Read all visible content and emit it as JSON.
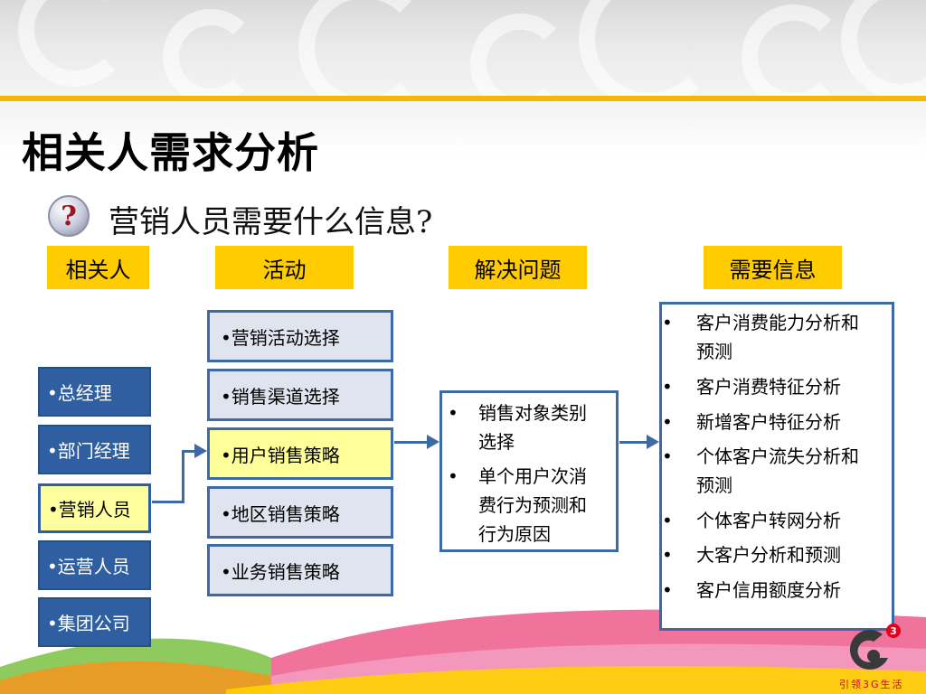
{
  "slide": {
    "title": "相关人需求分析",
    "subtitle": "营销人员需要什么信息?",
    "question_icon": "?"
  },
  "headers": {
    "stakeholders": "相关人",
    "activities": "活动",
    "problems": "解决问题",
    "info_needed": "需要信息"
  },
  "stakeholders": [
    {
      "label": "•总经理"
    },
    {
      "label": "•部门经理"
    },
    {
      "label": "•营销人员"
    },
    {
      "label": "•运营人员"
    },
    {
      "label": "•集团公司"
    }
  ],
  "activities": [
    {
      "label": "•营销活动选择"
    },
    {
      "label": "•销售渠道选择"
    },
    {
      "label": "•用户销售策略"
    },
    {
      "label": "•地区销售策略"
    },
    {
      "label": "•业务销售策略"
    }
  ],
  "problems": {
    "bullet": "•",
    "items": [
      {
        "line1": "销售对象类别",
        "line2": "选择"
      },
      {
        "line1": "单个用户次消",
        "line2": "费行为预测和",
        "line3": "行为原因"
      }
    ]
  },
  "info_needed": {
    "bullet": "•",
    "items": [
      {
        "line1": "客户消费能力分析和",
        "line2": "预测"
      },
      {
        "line1": "客户消费特征分析"
      },
      {
        "line1": "新增客户特征分析"
      },
      {
        "line1": "个体客户流失分析和",
        "line2": "预测"
      },
      {
        "line1": "个体客户转网分析"
      },
      {
        "line1": "大客户分析和预测"
      },
      {
        "line1": "客户信用额度分析"
      }
    ]
  },
  "branding": {
    "slogan": "引领3G生活",
    "logo_badge": "3"
  },
  "colors": {
    "header_yellow": "#ffcc00",
    "box_blue": "#2f5fa0",
    "highlight_yellow": "#ffff99",
    "accent_orange": "#f5b800"
  }
}
